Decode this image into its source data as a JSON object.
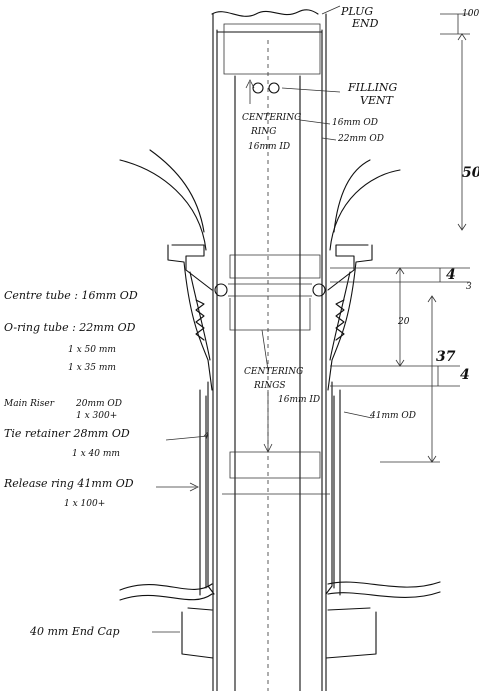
{
  "labels": {
    "plug_end_1": "PLUG",
    "plug_end_2": "END",
    "top_gap": "100",
    "filling_1": "FILLING",
    "filling_2": "VENT",
    "centering_top_1": "CENTERING",
    "centering_top_2": "RING",
    "centering_top_3": "16mm ID",
    "od_16": "16mm OD",
    "od_22": "22mm OD",
    "dim_50": "50",
    "centre_tube": "Centre tube : 16mm OD",
    "oring_tube": "O-ring tube : 22mm OD",
    "oring_tube_q1": "1 x 50 mm",
    "oring_tube_q2": "1 x 35 mm",
    "main_riser": "Main Riser",
    "main_riser_od": "20mm OD",
    "main_riser_q": "1 x 300+",
    "tie_retainer": "Tie retainer 28mm OD",
    "tie_retainer_q": "1 x 40 mm",
    "release_ring": "Release ring 41mm OD",
    "release_ring_q": "1 x 100+",
    "end_cap": "40 mm End Cap",
    "centering_mid_1": "CENTERING",
    "centering_mid_2": "RINGS",
    "centering_mid_3": "16mm ID",
    "od_41": "41mm OD",
    "dim_4a": "4",
    "dim_3": "3",
    "dim_20": "20",
    "dim_37": "37",
    "dim_4b": "4"
  }
}
